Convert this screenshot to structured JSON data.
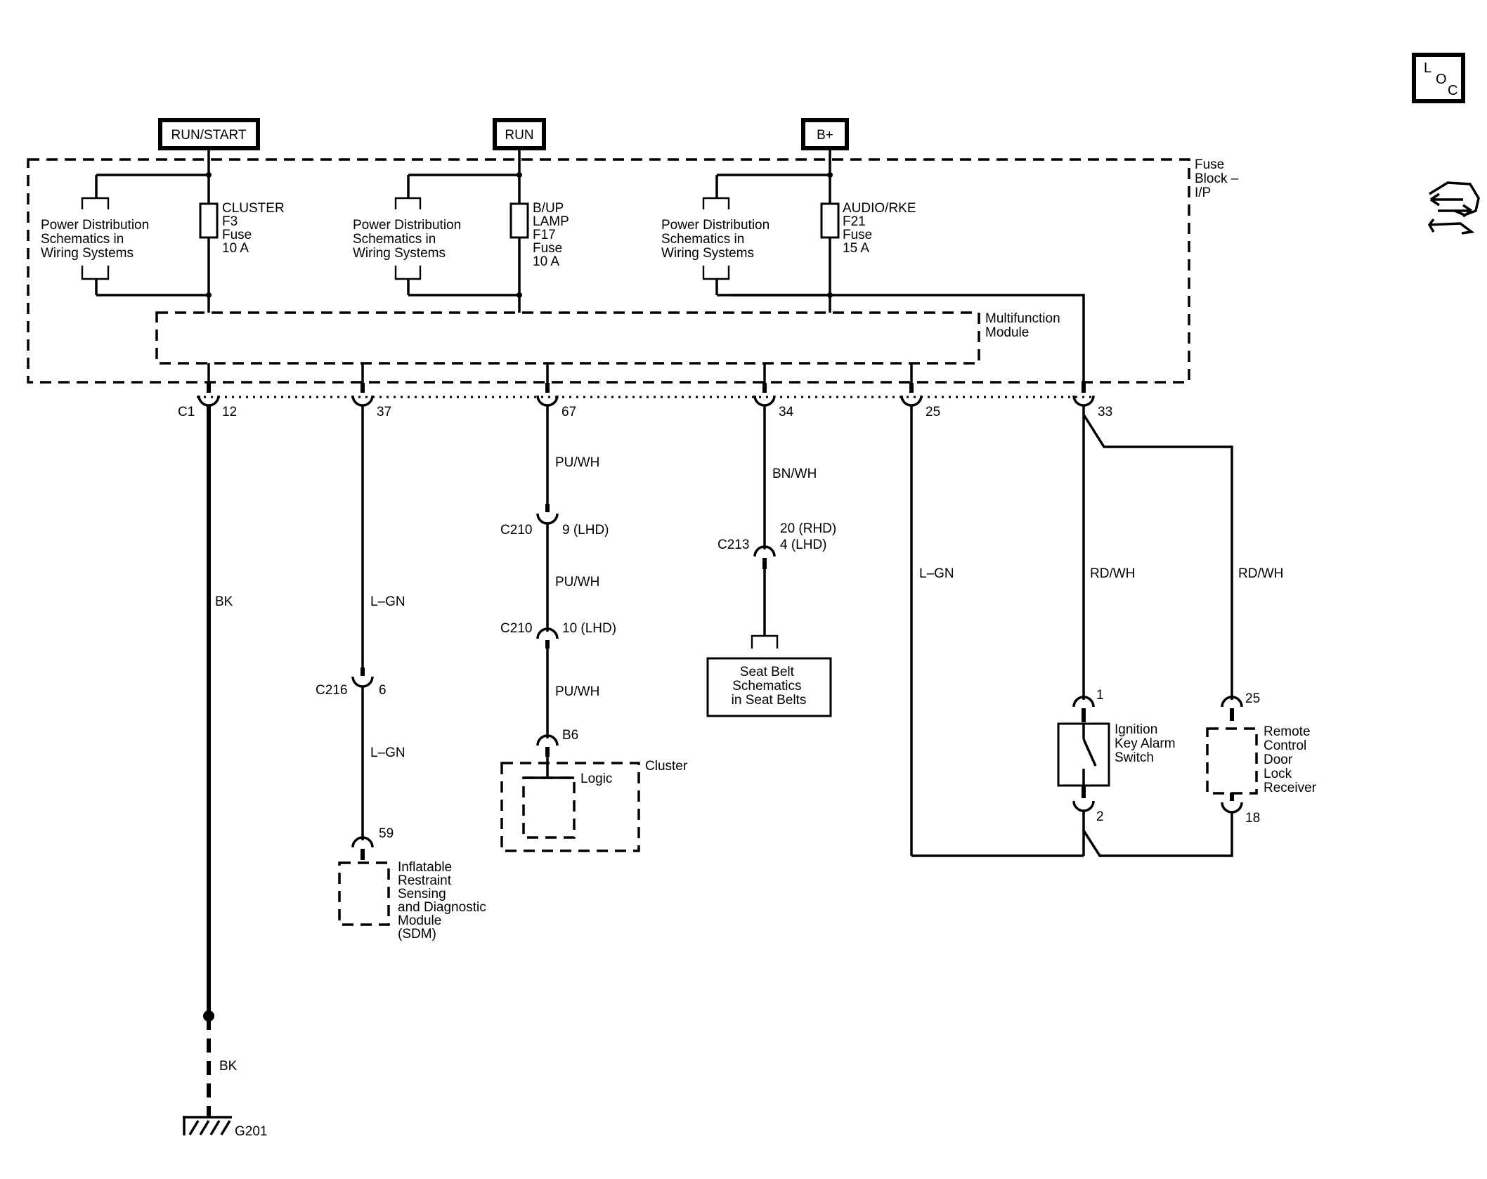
{
  "diagram": {
    "power_sources": {
      "run_start": "RUN/START",
      "run": "RUN",
      "bplus": "B+"
    },
    "fuse_block_label": [
      "Fuse",
      "Block –",
      "I/P"
    ],
    "multifunction_module_label": [
      "Multifunction",
      "Module"
    ],
    "power_distribution_ref": [
      "Power Distribution",
      "Schematics in",
      "Wiring Systems"
    ],
    "fuses": {
      "f3": [
        "CLUSTER",
        "F3",
        "Fuse",
        "10 A"
      ],
      "f17": [
        "B/UP",
        "LAMP",
        "F17",
        "Fuse",
        "10 A"
      ],
      "f21": [
        "AUDIO/RKE",
        "F21",
        "Fuse",
        "15 A"
      ]
    },
    "connector_c1": "C1",
    "c1_pins": [
      "12",
      "37",
      "67",
      "34",
      "25",
      "33"
    ],
    "wires": {
      "bk": "BK",
      "bk_ground": "BK",
      "lgn_37_upper": "L–GN",
      "lgn_37_lower": "L–GN",
      "puwh_a": "PU/WH",
      "puwh_b": "PU/WH",
      "puwh_c": "PU/WH",
      "bnwh": "BN/WH",
      "lgn_25": "L–GN",
      "rdwh_33": "RD/WH",
      "rdwh_remote": "RD/WH"
    },
    "connectors": {
      "c216": "C216",
      "c216_pin": "6",
      "c210_a": "C210",
      "c210_a_pin": "9 (LHD)",
      "c210_b": "C210",
      "c210_b_pin": "10 (LHD)",
      "c213": "C213",
      "c213_pin_rhd": "20 (RHD)",
      "c213_pin_lhd": "4 (LHD)"
    },
    "components": {
      "sdm_pin": "59",
      "sdm": [
        "Inflatable",
        "Restraint",
        "Sensing",
        "and Diagnostic",
        "Module",
        "(SDM)"
      ],
      "cluster_pin": "B6",
      "cluster": "Cluster",
      "logic": "Logic",
      "seat_belt": [
        "Seat Belt",
        "Schematics",
        "in Seat Belts"
      ],
      "ignition_pin_top": "1",
      "ignition_pin_bottom": "2",
      "ignition_switch": [
        "Ignition",
        "Key Alarm",
        "Switch"
      ],
      "remote_pin_top": "25",
      "remote_pin_bottom": "18",
      "remote_receiver": [
        "Remote",
        "Control",
        "Door",
        "Lock",
        "Receiver"
      ],
      "ground": "G201"
    },
    "corner_label": {
      "l": "L",
      "o": "O",
      "c": "C"
    },
    "icons": [
      "location-icon",
      "service-arrows-icon"
    ]
  }
}
